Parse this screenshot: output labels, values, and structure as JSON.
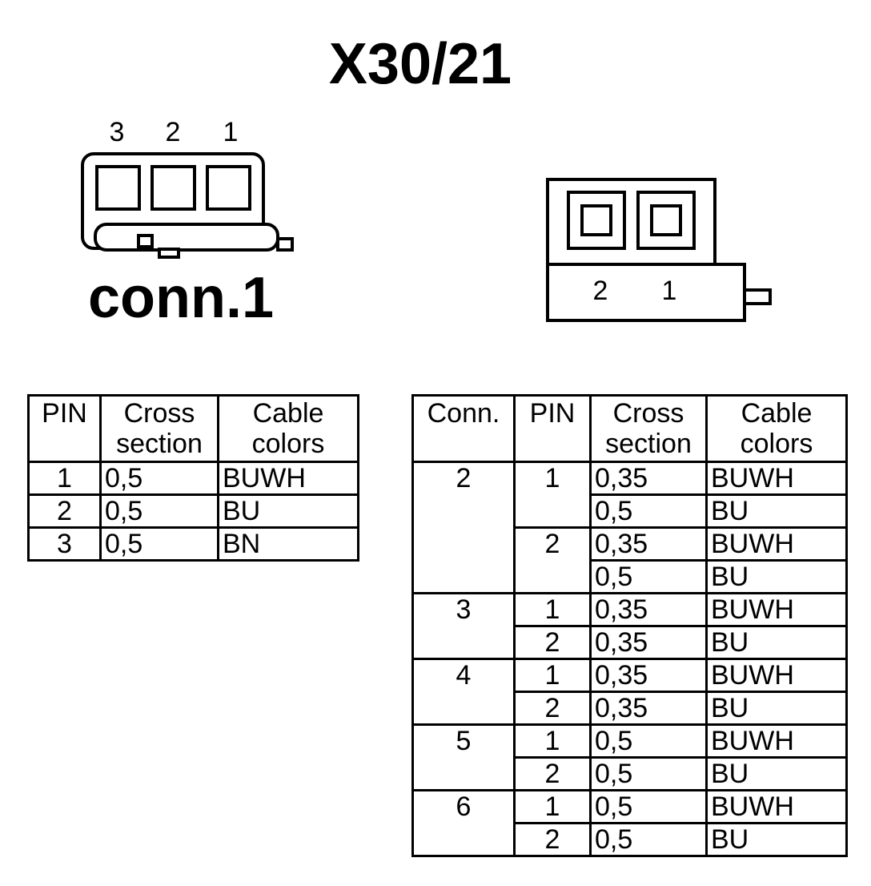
{
  "title": "X30/21",
  "connector1": {
    "label": "conn.1",
    "pin_numbers": [
      "3",
      "2",
      "1"
    ]
  },
  "connector2": {
    "pin_numbers": [
      "2",
      "1"
    ]
  },
  "table1": {
    "headers": {
      "pin": "PIN",
      "cross_section": "Cross section",
      "cable_colors": "Cable colors"
    },
    "rows": [
      {
        "pin": "1",
        "cross": "0,5",
        "color": "BUWH"
      },
      {
        "pin": "2",
        "cross": "0,5",
        "color": "BU"
      },
      {
        "pin": "3",
        "cross": "0,5",
        "color": "BN"
      }
    ]
  },
  "table2": {
    "headers": {
      "conn": "Conn.",
      "pin": "PIN",
      "cross_section": "Cross section",
      "cable_colors": "Cable colors"
    },
    "groups": [
      {
        "conn": "2",
        "pins": [
          {
            "pin": "1",
            "wires": [
              {
                "cross": "0,35",
                "color": "BUWH"
              },
              {
                "cross": "0,5",
                "color": "BU"
              }
            ]
          },
          {
            "pin": "2",
            "wires": [
              {
                "cross": "0,35",
                "color": "BUWH"
              },
              {
                "cross": "0,5",
                "color": "BU"
              }
            ]
          }
        ]
      },
      {
        "conn": "3",
        "pins": [
          {
            "pin": "1",
            "wires": [
              {
                "cross": "0,35",
                "color": "BUWH"
              }
            ]
          },
          {
            "pin": "2",
            "wires": [
              {
                "cross": "0,35",
                "color": "BU"
              }
            ]
          }
        ]
      },
      {
        "conn": "4",
        "pins": [
          {
            "pin": "1",
            "wires": [
              {
                "cross": "0,35",
                "color": "BUWH"
              }
            ]
          },
          {
            "pin": "2",
            "wires": [
              {
                "cross": "0,35",
                "color": "BU"
              }
            ]
          }
        ]
      },
      {
        "conn": "5",
        "pins": [
          {
            "pin": "1",
            "wires": [
              {
                "cross": "0,5",
                "color": "BUWH"
              }
            ]
          },
          {
            "pin": "2",
            "wires": [
              {
                "cross": "0,5",
                "color": "BU"
              }
            ]
          }
        ]
      },
      {
        "conn": "6",
        "pins": [
          {
            "pin": "1",
            "wires": [
              {
                "cross": "0,5",
                "color": "BUWH"
              }
            ]
          },
          {
            "pin": "2",
            "wires": [
              {
                "cross": "0,5",
                "color": "BU"
              }
            ]
          }
        ]
      }
    ]
  }
}
